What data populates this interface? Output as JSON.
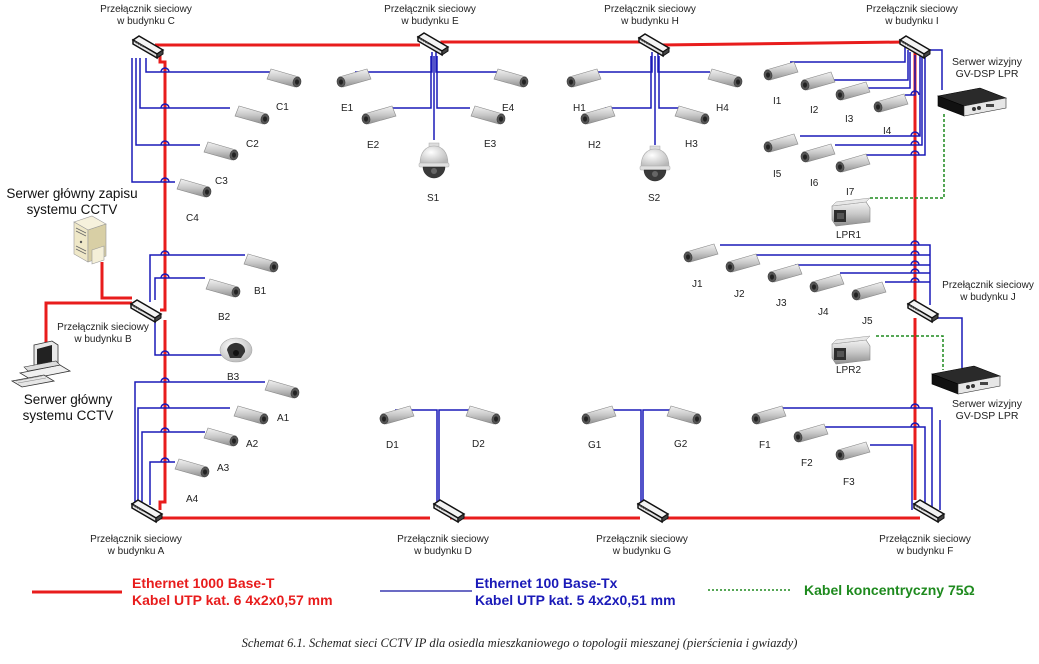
{
  "colors": {
    "ethernet_1000": "#e81c1c",
    "ethernet_100": "#1a1ab8",
    "coax": "#1e8a1e"
  },
  "switches": {
    "A": {
      "line1": "Przełącznik sieciowy",
      "line2": "w budynku A"
    },
    "B": {
      "line1": "Przełącznik sieciowy",
      "line2": "w budynku B"
    },
    "C": {
      "line1": "Przełącznik sieciowy",
      "line2": "w budynku C"
    },
    "D": {
      "line1": "Przełącznik sieciowy",
      "line2": "w budynku D"
    },
    "E": {
      "line1": "Przełącznik sieciowy",
      "line2": "w budynku E"
    },
    "F": {
      "line1": "Przełącznik sieciowy",
      "line2": "w budynku  F"
    },
    "G": {
      "line1": "Przełącznik sieciowy",
      "line2": "w budynku G"
    },
    "H": {
      "line1": "Przełącznik sieciowy",
      "line2": "w budynku H"
    },
    "I": {
      "line1": "Przełącznik sieciowy",
      "line2": "w budynku I"
    },
    "J": {
      "line1": "Przełącznik sieciowy",
      "line2": "w budynku J"
    }
  },
  "servers": {
    "recording": {
      "line1": "Serwer główny zapisu",
      "line2": "systemu CCTV",
      "icon": "tower-server-icon"
    },
    "main": {
      "line1": "Serwer główny",
      "line2": "systemu CCTV",
      "icon": "workstation-icon"
    },
    "lpr1": {
      "line1": "Serwer wizyjny",
      "line2": "GV-DSP LPR",
      "icon": "video-server-icon"
    },
    "lpr2": {
      "line1": "Serwer wizyjny",
      "line2": "GV-DSP LPR",
      "icon": "video-server-icon"
    }
  },
  "cameras": {
    "C1": "C1",
    "C2": "C2",
    "C3": "C3",
    "C4": "C4",
    "E1": "E1",
    "E2": "E2",
    "E3": "E3",
    "E4": "E4",
    "H1": "H1",
    "H2": "H2",
    "H3": "H3",
    "H4": "H4",
    "I1": "I1",
    "I2": "I2",
    "I3": "I3",
    "I4": "I4",
    "I5": "I5",
    "I6": "I6",
    "I7": "I7",
    "S1": "S1",
    "S2": "S2",
    "B1": "B1",
    "B2": "B2",
    "B3": "B3",
    "A1": "A1",
    "A2": "A2",
    "A3": "A3",
    "A4": "A4",
    "D1": "D1",
    "D2": "D2",
    "G1": "G1",
    "G2": "G2",
    "F1": "F1",
    "F2": "F2",
    "F3": "F3",
    "J1": "J1",
    "J2": "J2",
    "J3": "J3",
    "J4": "J4",
    "J5": "J5",
    "LPR1": "LPR1",
    "LPR2": "LPR2"
  },
  "legend": {
    "ethernet_1000": {
      "line1": "Ethernet 1000 Base-T",
      "line2": "Kabel UTP kat. 6 4x2x0,57 mm"
    },
    "ethernet_100": {
      "line1": "Ethernet 100 Base-Tx",
      "line2": "Kabel UTP kat. 5 4x2x0,51 mm"
    },
    "coax": {
      "line1": "Kabel koncentryczny 75Ω"
    }
  },
  "caption": "Schemat 6.1. Schemat sieci CCTV IP dla osiedla mieszkaniowego o topologii mieszanej (pierścienia i gwiazdy)"
}
